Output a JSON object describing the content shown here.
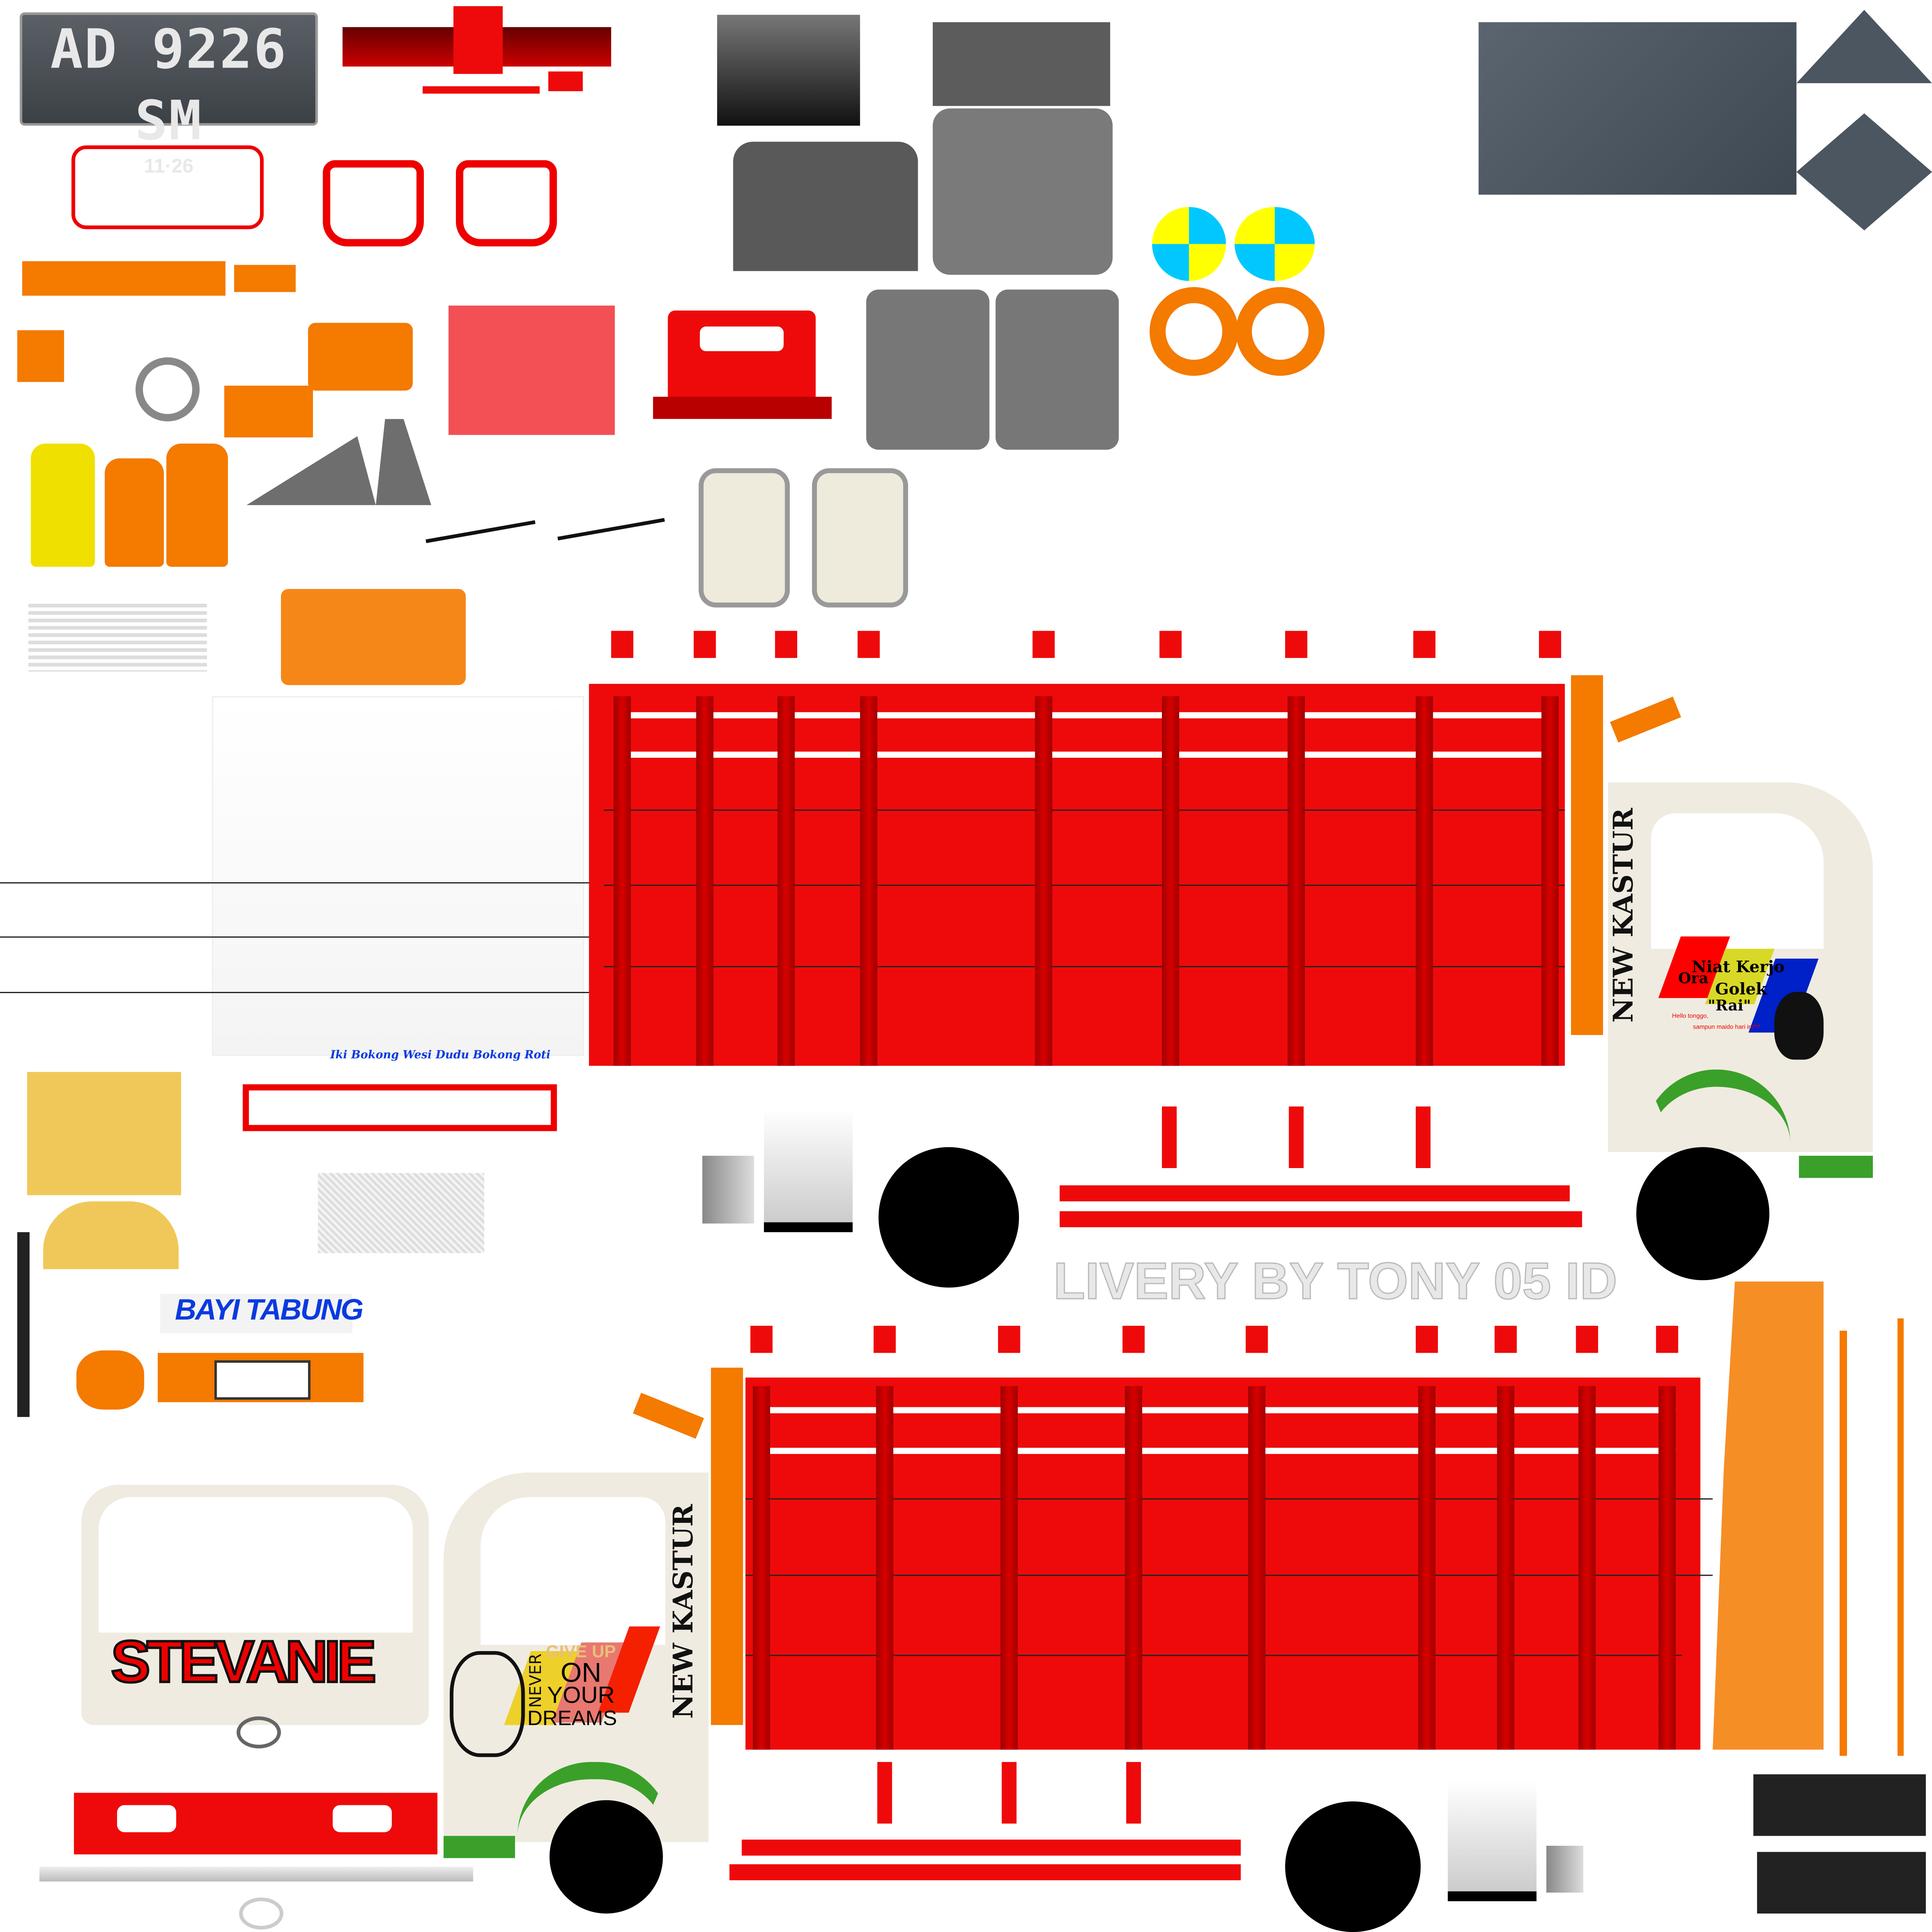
{
  "plate": {
    "number": "AD 9226 SM",
    "expiry": "11·26"
  },
  "rear_slogan": "Iki Bokong Wesi Dudu Bokong Roti",
  "sticker_label": "BAYI TABUNG",
  "credit": "LIVERY BY TONY 05 ID",
  "cab_right": {
    "brand_text": "NEW KASTUR",
    "quote_lines": [
      "Ora",
      "Niat Kerjo",
      "Golek",
      "\"Rai\""
    ],
    "small_lines": [
      "Hello tonggo,",
      "sampun maido hari ini??"
    ]
  },
  "cab_left": {
    "brand_text": "NEW KASTUR",
    "never": "NEVER",
    "give_up": "GIVE UP",
    "on": "ON",
    "your": "YOUR",
    "dreams": "DREAMS"
  },
  "front_name": "STEVANIE",
  "colors": {
    "body_red": "#ee0a0a",
    "accent_orange": "#f47a00",
    "cab_cream": "#efebe0",
    "fender_green": "#3aa02a",
    "logo_blue": "#0a3ae0"
  }
}
